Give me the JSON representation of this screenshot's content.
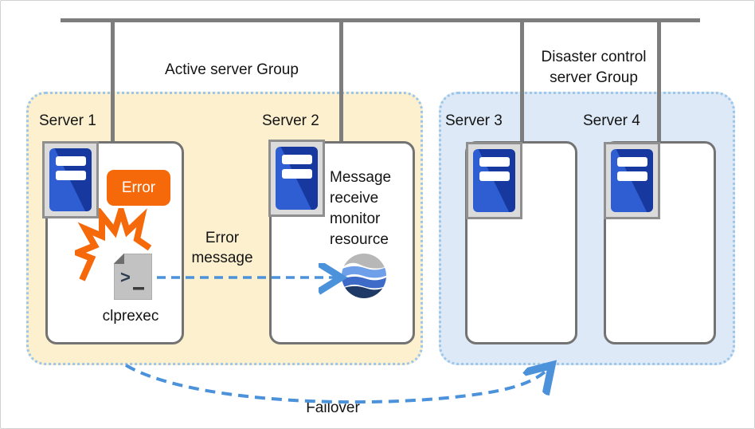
{
  "groups": {
    "active": {
      "label": "Active server Group",
      "bg_color": "#fcf0cf"
    },
    "disaster": {
      "label": "Disaster control server Group",
      "bg_color": "#dde9f6"
    }
  },
  "servers": {
    "s1": {
      "label": "Server 1",
      "badge": "Error",
      "tool_label": "clprexec"
    },
    "s2": {
      "label": "Server 2",
      "resource_label": "Message receive monitor resource"
    },
    "s3": {
      "label": "Server 3"
    },
    "s4": {
      "label": "Server 4"
    }
  },
  "arrows": {
    "error_message": {
      "label": "Error message"
    },
    "failover": {
      "label": "Failover"
    }
  },
  "icons": {
    "server": "server-tower-icon",
    "burst": "error-burst-icon",
    "document": "command-script-document-icon",
    "globe": "monitor-resource-globe-icon"
  },
  "colors": {
    "network_line": "#7d7d7d",
    "group_border": "#9cc6ea",
    "error_orange": "#f5690b",
    "arrow_blue": "#4b92db",
    "server_blue_light": "#2e5ed2",
    "server_blue_dark": "#16389f",
    "globe_gray": "#b7b7b7",
    "globe_light_blue": "#6f9fe8",
    "globe_mid_blue": "#3e6bc8",
    "globe_dark_blue": "#1e3966"
  }
}
